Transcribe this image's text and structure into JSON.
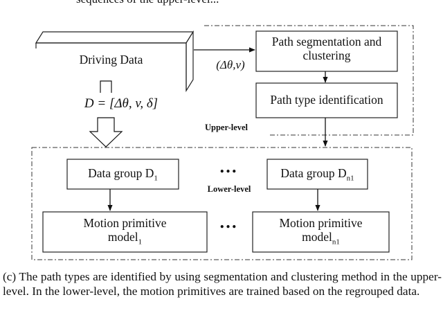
{
  "top_caption": "sequences of the upper-level...",
  "driving_data": "Driving Data",
  "input_label": "(Δθ,v)",
  "data_formula": "D = [Δθ, v, δ]",
  "upper_box_1": {
    "line1": "Path segmentation and",
    "line2": "clustering"
  },
  "upper_box_2": "Path type identification",
  "upper_level": "Upper-level",
  "lower_level": "Lower-level",
  "group_left": {
    "text": "Data group D",
    "sub": "1"
  },
  "group_right": {
    "text": "Data group D",
    "sub": "n1"
  },
  "model_left": {
    "line1": "Motion primitive",
    "line2": "model",
    "sub": "1"
  },
  "model_right": {
    "line1": "Motion primitive",
    "line2": "model",
    "sub": "n1"
  },
  "ellipsis": "…",
  "caption": "(c) The path types are identified by using segmentation and clustering method in the upper-level. In the lower-level, the motion primitives are trained based on the regrouped data."
}
